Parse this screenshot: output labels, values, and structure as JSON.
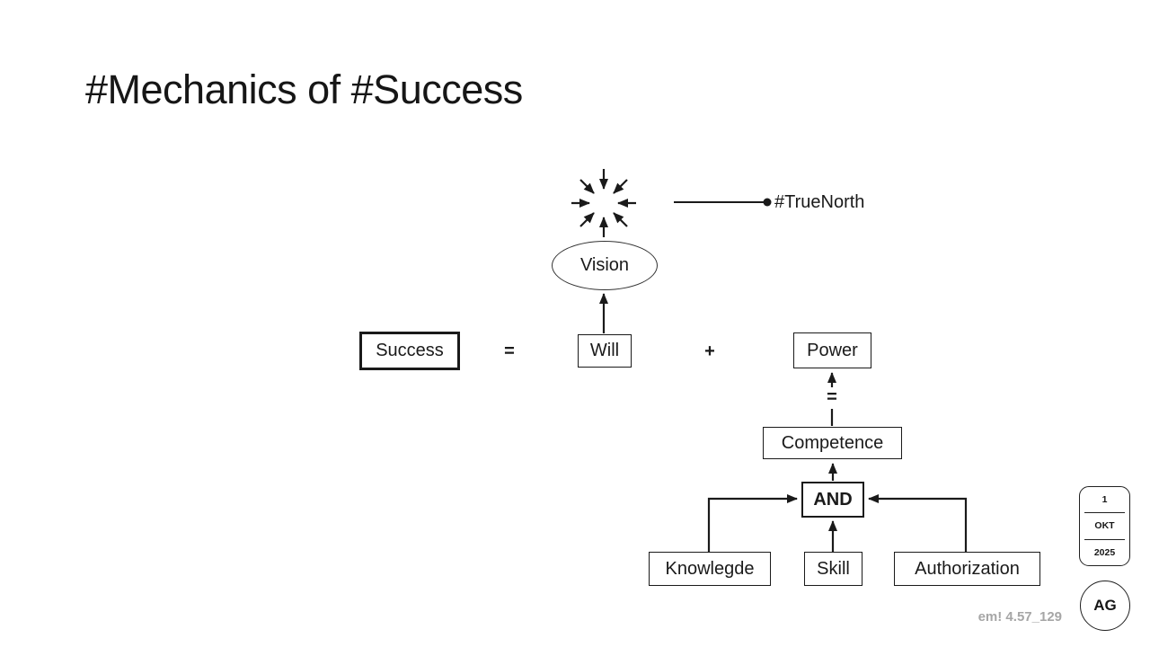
{
  "slide": {
    "title": "#Mechanics of #Success",
    "footer_note": "em! 4.57_129",
    "colors": {
      "ink": "#1a1a1a",
      "muted_gray": "#a6a6a6",
      "background": "#ffffff"
    }
  },
  "diagram": {
    "true_north": {
      "label": "#TrueNorth",
      "icon": "converge-arrows-icon"
    },
    "vision": {
      "label": "Vision"
    },
    "equation": {
      "success": "Success",
      "equals": "=",
      "will": "Will",
      "plus": "+",
      "power": "Power"
    },
    "power_detail": {
      "equals": "=",
      "competence": "Competence",
      "and_operator": "AND"
    },
    "inputs": [
      {
        "label": "Knowlegde"
      },
      {
        "label": "Skill"
      },
      {
        "label": "Authorization"
      }
    ]
  },
  "badges": {
    "date": {
      "day": "1",
      "month": "OKT",
      "year": "2025"
    },
    "initials": "AG"
  }
}
